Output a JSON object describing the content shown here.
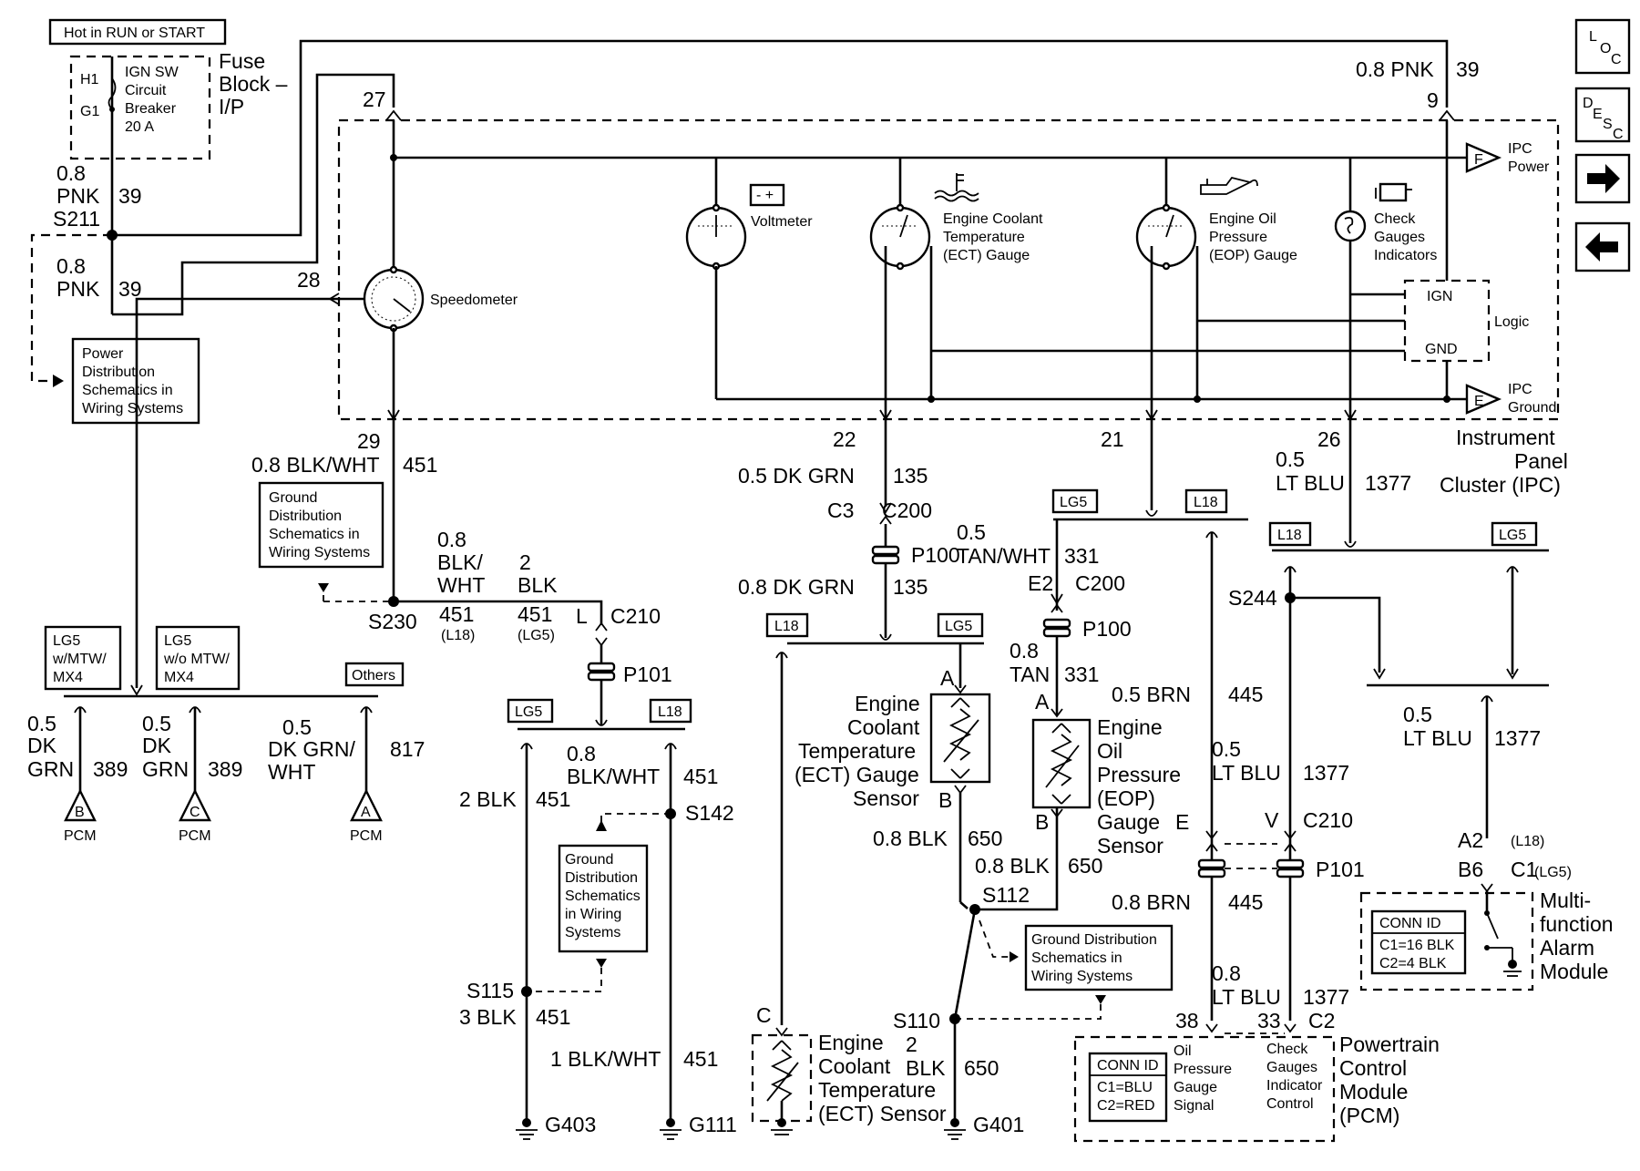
{
  "power": {
    "hot_label": "Hot in RUN or START",
    "h1": "H1",
    "g1": "G1",
    "breaker": [
      "IGN SW",
      "Circuit",
      "Breaker",
      "20 A"
    ],
    "fuse_block": [
      "Fuse",
      "Block –",
      "I/P"
    ],
    "top_wire": {
      "gauge": "0.8 PNK",
      "circuit": "39",
      "pin": "9"
    },
    "s211": {
      "gauge": "0.8",
      "color": "PNK",
      "circuit": "39",
      "name": "S211"
    },
    "wire2": {
      "gauge": "0.8",
      "color": "PNK",
      "circuit": "39"
    },
    "power_dist": [
      "Power",
      "Distribution",
      "Schematics in",
      "Wiring Systems"
    ]
  },
  "ipc": {
    "pin27": "27",
    "pin28": "28",
    "speedometer": "Speedometer",
    "voltmeter": "Voltmeter",
    "ect_gauge": [
      "Engine Coolant",
      "Temperature",
      "(ECT) Gauge"
    ],
    "eop_gauge": [
      "Engine Oil",
      "Pressure",
      "(EOP) Gauge"
    ],
    "check": [
      "Check",
      "Gauges",
      "Indicators"
    ],
    "ipc_power": [
      "IPC",
      "Power"
    ],
    "ipc_ground": [
      "IPC",
      "Ground"
    ],
    "f": "F",
    "e": "E",
    "ign": "IGN",
    "gnd": "GND",
    "logic": "Logic",
    "title": [
      "Instrument",
      "Panel",
      "Cluster (IPC)"
    ],
    "pins": {
      "p29": "29",
      "p22": "22",
      "p21": "21",
      "p26": "26"
    }
  },
  "left": {
    "wire451": {
      "gauge": "0.8 BLK/WHT",
      "circuit": "451"
    },
    "ground_dist": [
      "Ground",
      "Distribution",
      "Schematics in",
      "Wiring Systems"
    ],
    "s230": "S230",
    "opt_lg5_mtw": [
      "LG5",
      "w/MTW/",
      "MX4"
    ],
    "opt_lg5_womtw": [
      "LG5",
      "w/o MTW/",
      "MX4"
    ],
    "others": "Others",
    "pcm_b": {
      "gauge": [
        "0.5",
        "DK",
        "GRN"
      ],
      "circuit": "389",
      "pin": "B",
      "label": "PCM"
    },
    "pcm_c": {
      "gauge": [
        "0.5",
        "DK",
        "GRN"
      ],
      "circuit": "389",
      "pin": "C",
      "label": "PCM"
    },
    "pcm_a": {
      "gauge": [
        "0.5",
        "DK GRN/",
        "WHT"
      ],
      "circuit": "817",
      "pin": "A",
      "label": "PCM"
    }
  },
  "ground_branch": {
    "w08": [
      "0.8",
      "BLK/",
      "WHT"
    ],
    "w2": [
      "2",
      "BLK"
    ],
    "c451a": "451",
    "c451a_opt": "(L18)",
    "c451b": "451",
    "c451b_opt": "(LG5)",
    "l": "L",
    "c210": "C210",
    "p101": "P101",
    "lg5": "LG5",
    "l18": "L18",
    "mid_wire": {
      "gauge": [
        "0.8",
        "BLK/WHT"
      ],
      "circuit": "451"
    },
    "blk2": {
      "gauge": "2 BLK",
      "circuit": "451"
    },
    "s142": "S142",
    "ground_dist": [
      "Ground",
      "Distribution",
      "Schematics",
      "in Wiring",
      "Systems"
    ],
    "s115": "S115",
    "blk3": {
      "gauge": "3 BLK",
      "circuit": "451"
    },
    "blk1": {
      "gauge": "1 BLK/WHT",
      "circuit": "451"
    },
    "g403": "G403",
    "g111": "G111"
  },
  "ect": {
    "w1": {
      "gauge": "0.5 DK GRN",
      "circuit": "135"
    },
    "c3": "C3",
    "c200": "C200",
    "p100": "P100",
    "w2": {
      "gauge": "0.8 DK GRN",
      "circuit": "135"
    },
    "l18": "L18",
    "lg5": "LG5",
    "a": "A",
    "b": "B",
    "c": "C",
    "sensor": [
      "Engine",
      "Coolant",
      "Temperature",
      "(ECT) Gauge",
      "Sensor"
    ],
    "blk": {
      "gauge": "0.8 BLK",
      "circuit": "650"
    },
    "blk2": {
      "gauge": "0.8 BLK",
      "circuit": "650"
    },
    "s112": "S112",
    "ground_dist": [
      "Ground Distribution",
      "Schematics in",
      "Wiring Systems"
    ],
    "s110": "S110",
    "ect_sensor": [
      "Engine",
      "Coolant",
      "Temperature",
      "(ECT) Sensor"
    ],
    "w650": {
      "gauge": [
        "2",
        "BLK"
      ],
      "circuit": "650"
    },
    "g401": "G401"
  },
  "eop": {
    "lg5": "LG5",
    "l18": "L18",
    "w1": {
      "gauge": [
        "0.5",
        "TAN/WHT"
      ],
      "circuit": "331"
    },
    "e2": "E2",
    "c200": "C200",
    "p100": "P100",
    "w2": {
      "gauge": [
        "0.8",
        "TAN"
      ],
      "circuit": "331"
    },
    "a": "A",
    "b": "B",
    "sensor": [
      "Engine",
      "Oil",
      "Pressure",
      "(EOP)",
      "Gauge",
      "Sensor"
    ],
    "brn": {
      "gauge": "0.5 BRN",
      "circuit": "445"
    },
    "brn2": {
      "gauge": "0.8 BRN",
      "circuit": "445"
    },
    "e": "E"
  },
  "check": {
    "w1": {
      "gauge": [
        "0.5",
        "LT BLU"
      ],
      "circuit": "1377"
    },
    "l18": "L18",
    "lg5": "LG5",
    "s244": "S244",
    "w2": {
      "gauge": [
        "0.5",
        "LT BLU"
      ],
      "circuit": "1377"
    },
    "w3": {
      "gauge": [
        "0.5",
        "LT BLU"
      ],
      "circuit": "1377"
    },
    "v": "V",
    "c210": "C210",
    "p101": "P101",
    "a2": "A2",
    "a2opt": "(L18)",
    "b6": "B6",
    "c1": "C1",
    "c1opt": "(LG5)",
    "mfam": [
      "Multi-",
      "function",
      "Alarm",
      "Module"
    ],
    "conn": [
      "CONN ID",
      "C1=16 BLK",
      "C2=4 BLK"
    ],
    "w4": {
      "gauge": [
        "0.8",
        "LT BLU"
      ],
      "circuit": "1377"
    },
    "c2": "C2"
  },
  "pcm": {
    "pin38": "38",
    "pin33": "33",
    "conn": [
      "CONN ID",
      "C1=BLU",
      "C2=RED"
    ],
    "oil": [
      "Oil",
      "Pressure",
      "Gauge",
      "Signal"
    ],
    "chk": [
      "Check",
      "Gauges",
      "Indicator",
      "Control"
    ],
    "title": [
      "Powertrain",
      "Control",
      "Module",
      "(PCM)"
    ]
  },
  "nav": {
    "loc": [
      "L",
      "O",
      "C"
    ],
    "desc": [
      "D",
      "E",
      "S",
      "C"
    ],
    "next_icon": "arrow-right-icon",
    "prev_icon": "arrow-left-icon"
  }
}
